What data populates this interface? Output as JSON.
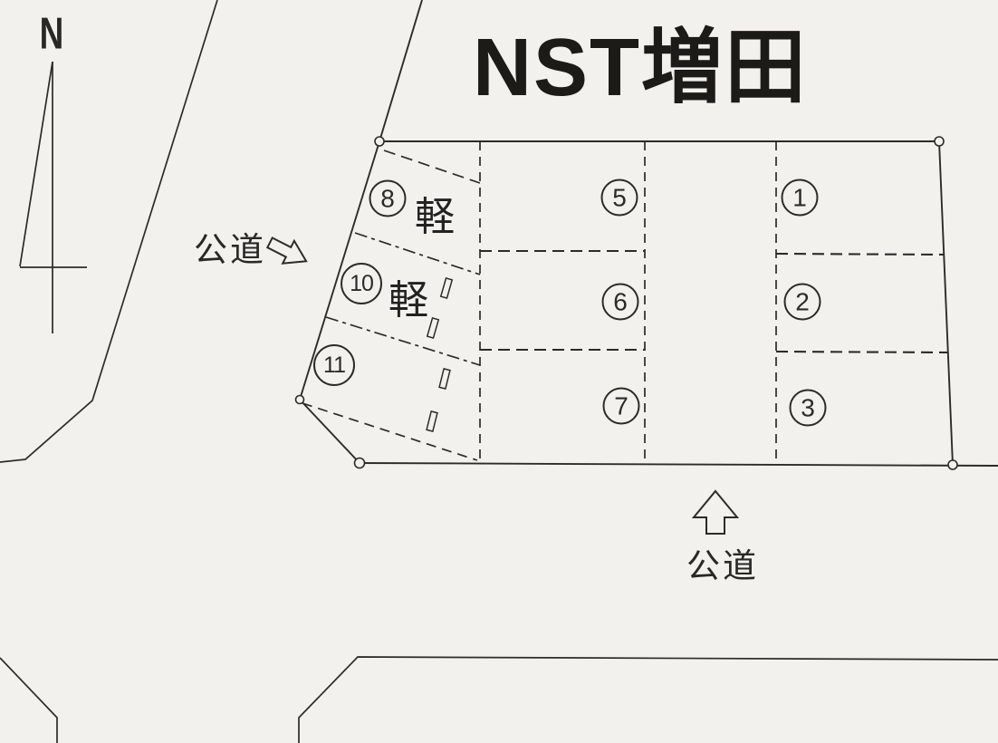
{
  "title": "NST増田",
  "compass": {
    "label": "N"
  },
  "roads": {
    "west": {
      "label": "公道"
    },
    "south": {
      "label": "公道"
    }
  },
  "spaces": [
    {
      "number": "8",
      "kei": "軽"
    },
    {
      "number": "10",
      "kei": "軽"
    },
    {
      "number": "11"
    },
    {
      "number": "5"
    },
    {
      "number": "6"
    },
    {
      "number": "7"
    },
    {
      "number": "1"
    },
    {
      "number": "2"
    },
    {
      "number": "3"
    }
  ],
  "colors": {
    "paper": "#f2f1ee",
    "ink": "#2d2b28"
  }
}
